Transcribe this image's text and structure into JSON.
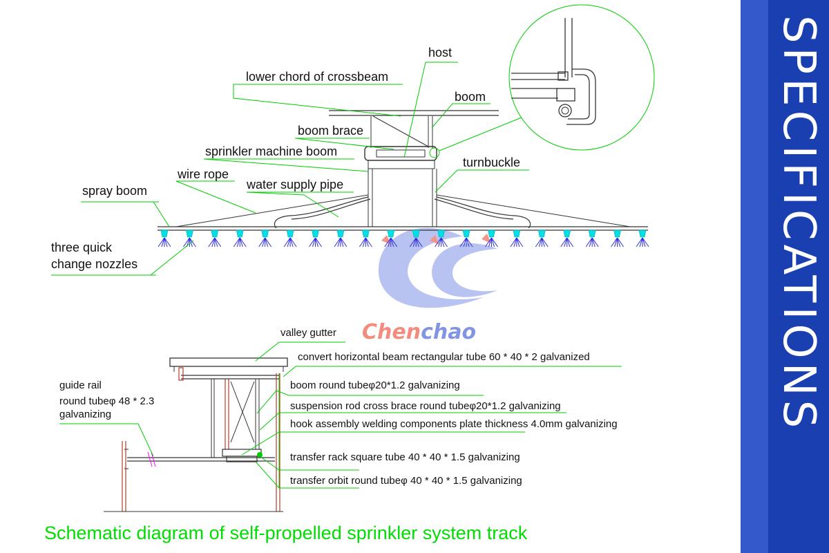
{
  "side_title": "SPECIFICATIONS",
  "caption": "Schematic diagram of self-propelled sprinkler system track",
  "brand": {
    "prefix": "Chen",
    "suffix": "chao"
  },
  "top_labels": {
    "host": "host",
    "lower_chord": "lower chord of crossbeam",
    "boom": "boom",
    "boom_brace": "boom brace",
    "sprinkler_boom": "sprinkler machine boom",
    "turnbuckle": "turnbuckle",
    "wire_rope": "wire rope",
    "water_pipe": "water supply pipe",
    "spray_boom": "spray boom",
    "nozzles_line1": "three quick",
    "nozzles_line2": "change nozzles"
  },
  "bottom_labels": {
    "valley_gutter": "valley gutter",
    "convert_beam": "convert horizontal beam rectangular tube 60 * 40 * 2 galvanized",
    "boom_tube": "boom  round tubeφ20*1.2  galvanizing",
    "suspension": "suspension rod cross brace   round tubeφ20*1.2  galvanizing",
    "hook": "hook assembly welding components   plate thickness 4.0mm  galvanizing",
    "transfer_rack": "transfer rack   square tube 40 * 40 * 1.5  galvanizing",
    "transfer_orbit": "transfer orbit  round tubeφ 40 * 40 * 1.5  galvanizing",
    "guide_rail_line1": "guide rail",
    "guide_rail_line2": "round tubeφ 48 * 2.3",
    "guide_rail_line3": "galvanizing"
  },
  "colors": {
    "side_panel": "#1a3fb0",
    "leader": "#00cc00",
    "caption": "#00dd00",
    "nozzle": "#00dfe8",
    "spray": "#2a2adf",
    "brand_red": "#e8402a",
    "brand_blue": "#2f4fcf"
  },
  "nozzle_count": 20
}
